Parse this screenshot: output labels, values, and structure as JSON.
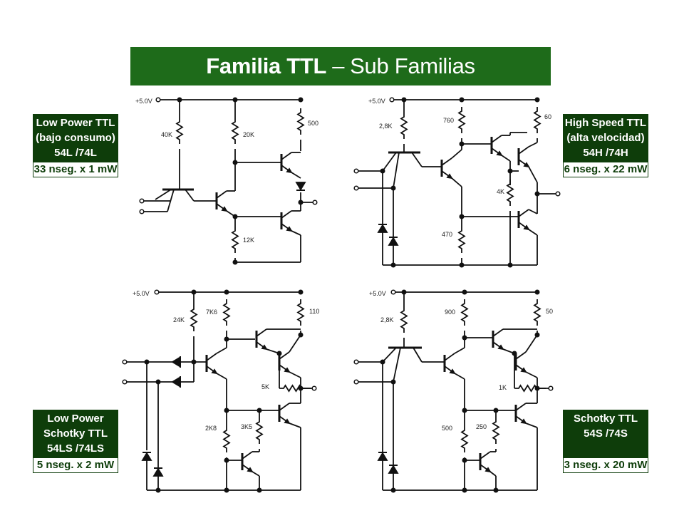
{
  "title": {
    "bold": "Familia TTL",
    "separator": "–",
    "rest": "Sub Familias"
  },
  "boxes": {
    "low_power": {
      "line1": "Low Power TTL",
      "line2": "(bajo consumo)",
      "line3": "54L /74L",
      "timing": "33 nseg. x 1 mW"
    },
    "high_speed": {
      "line1": "High Speed TTL",
      "line2": "(alta velocidad)",
      "line3": "54H /74H",
      "timing": "6 nseg. x 22 mW"
    },
    "lp_schottky": {
      "line1": "Low Power",
      "line2": "Schotky TTL",
      "line3": "54LS /74LS",
      "timing": "5 nseg. x 2 mW"
    },
    "schottky": {
      "line1": "Schotky TTL",
      "line2": "54S /74S",
      "line3": "",
      "timing": "3 nseg. x 20 mW"
    }
  },
  "circuits": {
    "c1": {
      "supply": "+5.0V",
      "r1": "40K",
      "r2": "20K",
      "r3": "500",
      "r4": "12K"
    },
    "c2": {
      "supply": "+5.0V",
      "r1": "2,8K",
      "r2": "760",
      "r3": "60",
      "r4": "4K",
      "r5": "470"
    },
    "c3": {
      "supply": "+5.0V",
      "r1": "24K",
      "r2": "7K6",
      "r3": "110",
      "r4": "5K",
      "r5": "2K8",
      "r6": "3K5"
    },
    "c4": {
      "supply": "+5.0V",
      "r1": "2,8K",
      "r2": "900",
      "r3": "50",
      "r4": "1K",
      "r5": "500",
      "r6": "250"
    }
  },
  "colors": {
    "header_green": "#1e6b1a",
    "box_green": "#0e3d0a",
    "wire": "#111111"
  }
}
